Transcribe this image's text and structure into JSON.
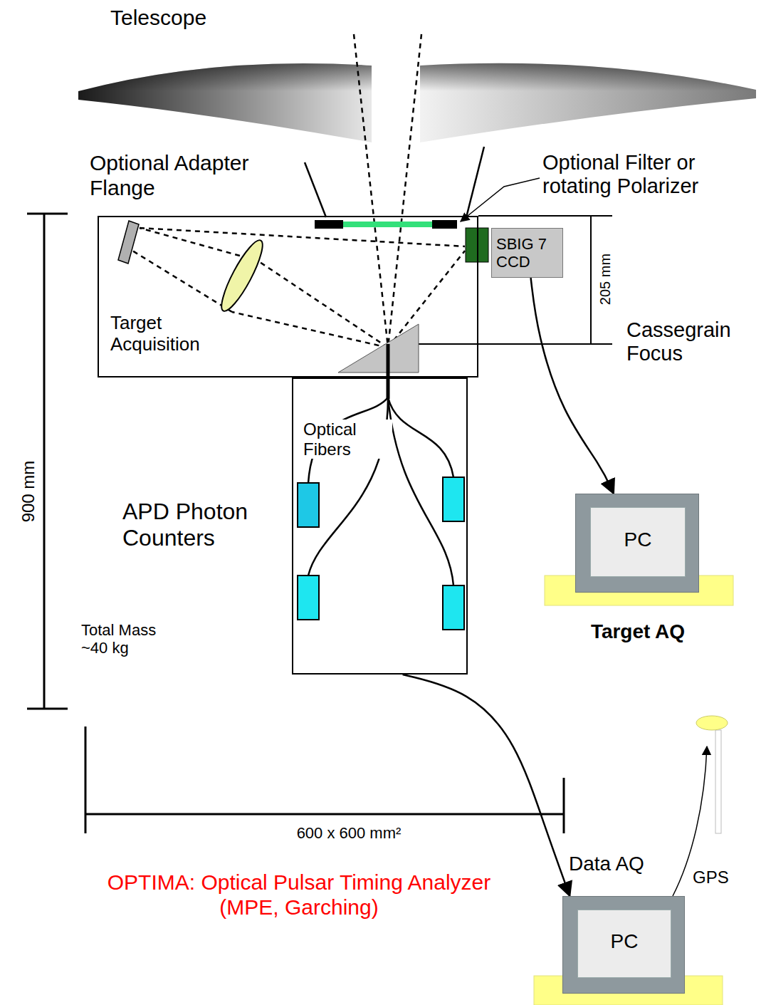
{
  "diagram": {
    "caption": "OPTIMA: Optical Pulsar Timing Analyzer (MPE, Garching)",
    "nodes": [
      {
        "text": [
          "Target Acquisition"
        ]
      },
      {
        "text": [
          "SBIG 7 CCD"
        ]
      },
      {
        "text": [
          "Optical Fibers"
        ]
      },
      {
        "text": [
          "PC",
          "Target AQ"
        ]
      },
      {
        "text": [
          "Data AQ",
          "PC"
        ]
      }
    ],
    "edges": [
      {
        "from": 1,
        "to": 3,
        "arrow": "to"
      },
      {
        "from": 2,
        "to": 4,
        "arrow": "to"
      }
    ],
    "labels": [
      "Telescope",
      "Optional Adapter Flange",
      "Optional Filter or rotating Polarizer",
      "205 mm",
      "Cassegrain Focus",
      "APD Photon Counters",
      "Total Mass ~40 kg",
      "900 mm",
      "600 x 600 mm²",
      "GPS"
    ]
  }
}
